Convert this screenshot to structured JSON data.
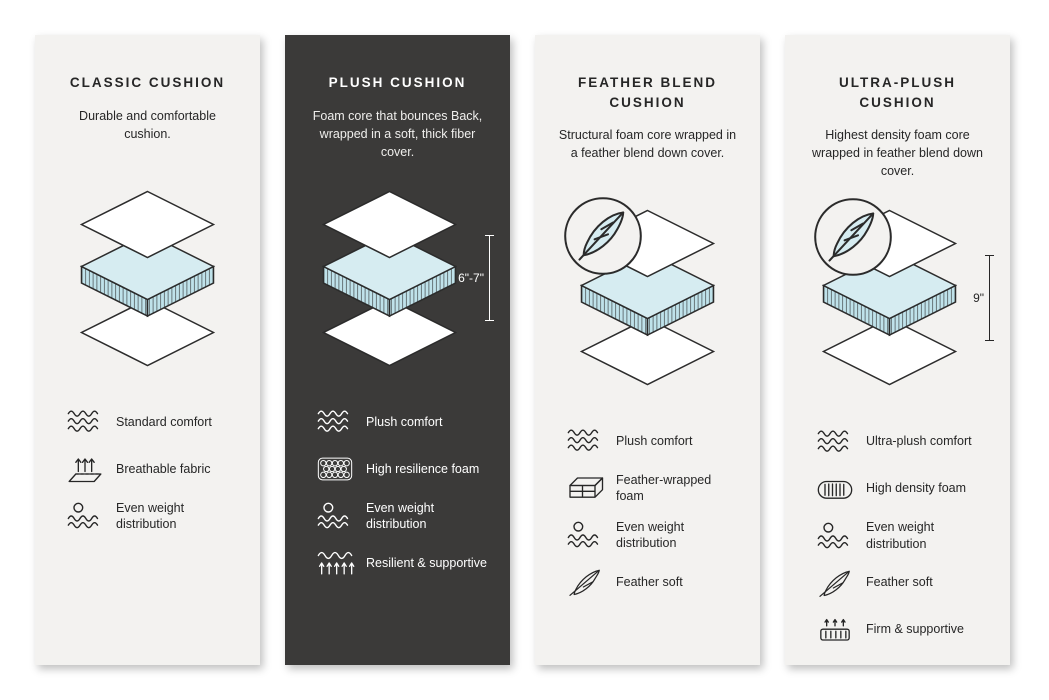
{
  "page": {
    "background": "#ffffff"
  },
  "colors": {
    "light_card_bg": "#f3f2f0",
    "dark_card_bg": "#3b3a39",
    "foam_blue": "#d6ecf1",
    "foam_side_blue": "#bfe2ea",
    "outline": "#2b2b2b"
  },
  "cards": [
    {
      "id": "classic-cushion",
      "theme": "light",
      "title": "CLASSIC CUSHION",
      "description": "Durable and comfortable cushion.",
      "illustration": {
        "type": "layered-cushion",
        "feather_badge": false,
        "measure": null
      },
      "features": [
        {
          "icon": "comfort-waves-icon",
          "label": "Standard comfort"
        },
        {
          "icon": "breathable-fabric-icon",
          "label": "Breathable fabric"
        },
        {
          "icon": "weight-distribution-icon",
          "label": "Even weight distribution"
        }
      ]
    },
    {
      "id": "plush-cushion",
      "theme": "dark",
      "title": "PLUSH CUSHION",
      "description": "Foam core that bounces Back, wrapped in a soft, thick fiber cover.",
      "illustration": {
        "type": "layered-cushion",
        "feather_badge": false,
        "measure": "6\"-7\""
      },
      "features": [
        {
          "icon": "comfort-waves-icon",
          "label": "Plush comfort"
        },
        {
          "icon": "resilience-foam-icon",
          "label": "High resilience foam"
        },
        {
          "icon": "weight-distribution-icon",
          "label": "Even weight distribution"
        },
        {
          "icon": "resilient-supportive-icon",
          "label": "Resilient & supportive"
        }
      ]
    },
    {
      "id": "feather-blend-cushion",
      "theme": "light",
      "title": "FEATHER BLEND CUSHION",
      "description": "Structural foam core wrapped in a feather blend down cover.",
      "illustration": {
        "type": "layered-cushion",
        "feather_badge": true,
        "measure": null
      },
      "features": [
        {
          "icon": "comfort-waves-icon",
          "label": "Plush comfort"
        },
        {
          "icon": "feather-wrapped-foam-icon",
          "label": "Feather-wrapped foam"
        },
        {
          "icon": "weight-distribution-icon",
          "label": "Even weight distribution"
        },
        {
          "icon": "feather-soft-icon",
          "label": "Feather soft"
        }
      ]
    },
    {
      "id": "ultra-plush-cushion",
      "theme": "light",
      "title": "ULTRA-PLUSH CUSHION",
      "description": "Highest density foam core wrapped in feather blend down cover.",
      "illustration": {
        "type": "layered-cushion",
        "feather_badge": true,
        "measure": "9\""
      },
      "features": [
        {
          "icon": "comfort-waves-icon",
          "label": "Ultra-plush comfort"
        },
        {
          "icon": "high-density-foam-icon",
          "label": "High density foam"
        },
        {
          "icon": "weight-distribution-icon",
          "label": "Even weight distribution"
        },
        {
          "icon": "feather-soft-icon",
          "label": "Feather soft"
        },
        {
          "icon": "firm-supportive-icon",
          "label": "Firm & supportive"
        }
      ]
    }
  ]
}
